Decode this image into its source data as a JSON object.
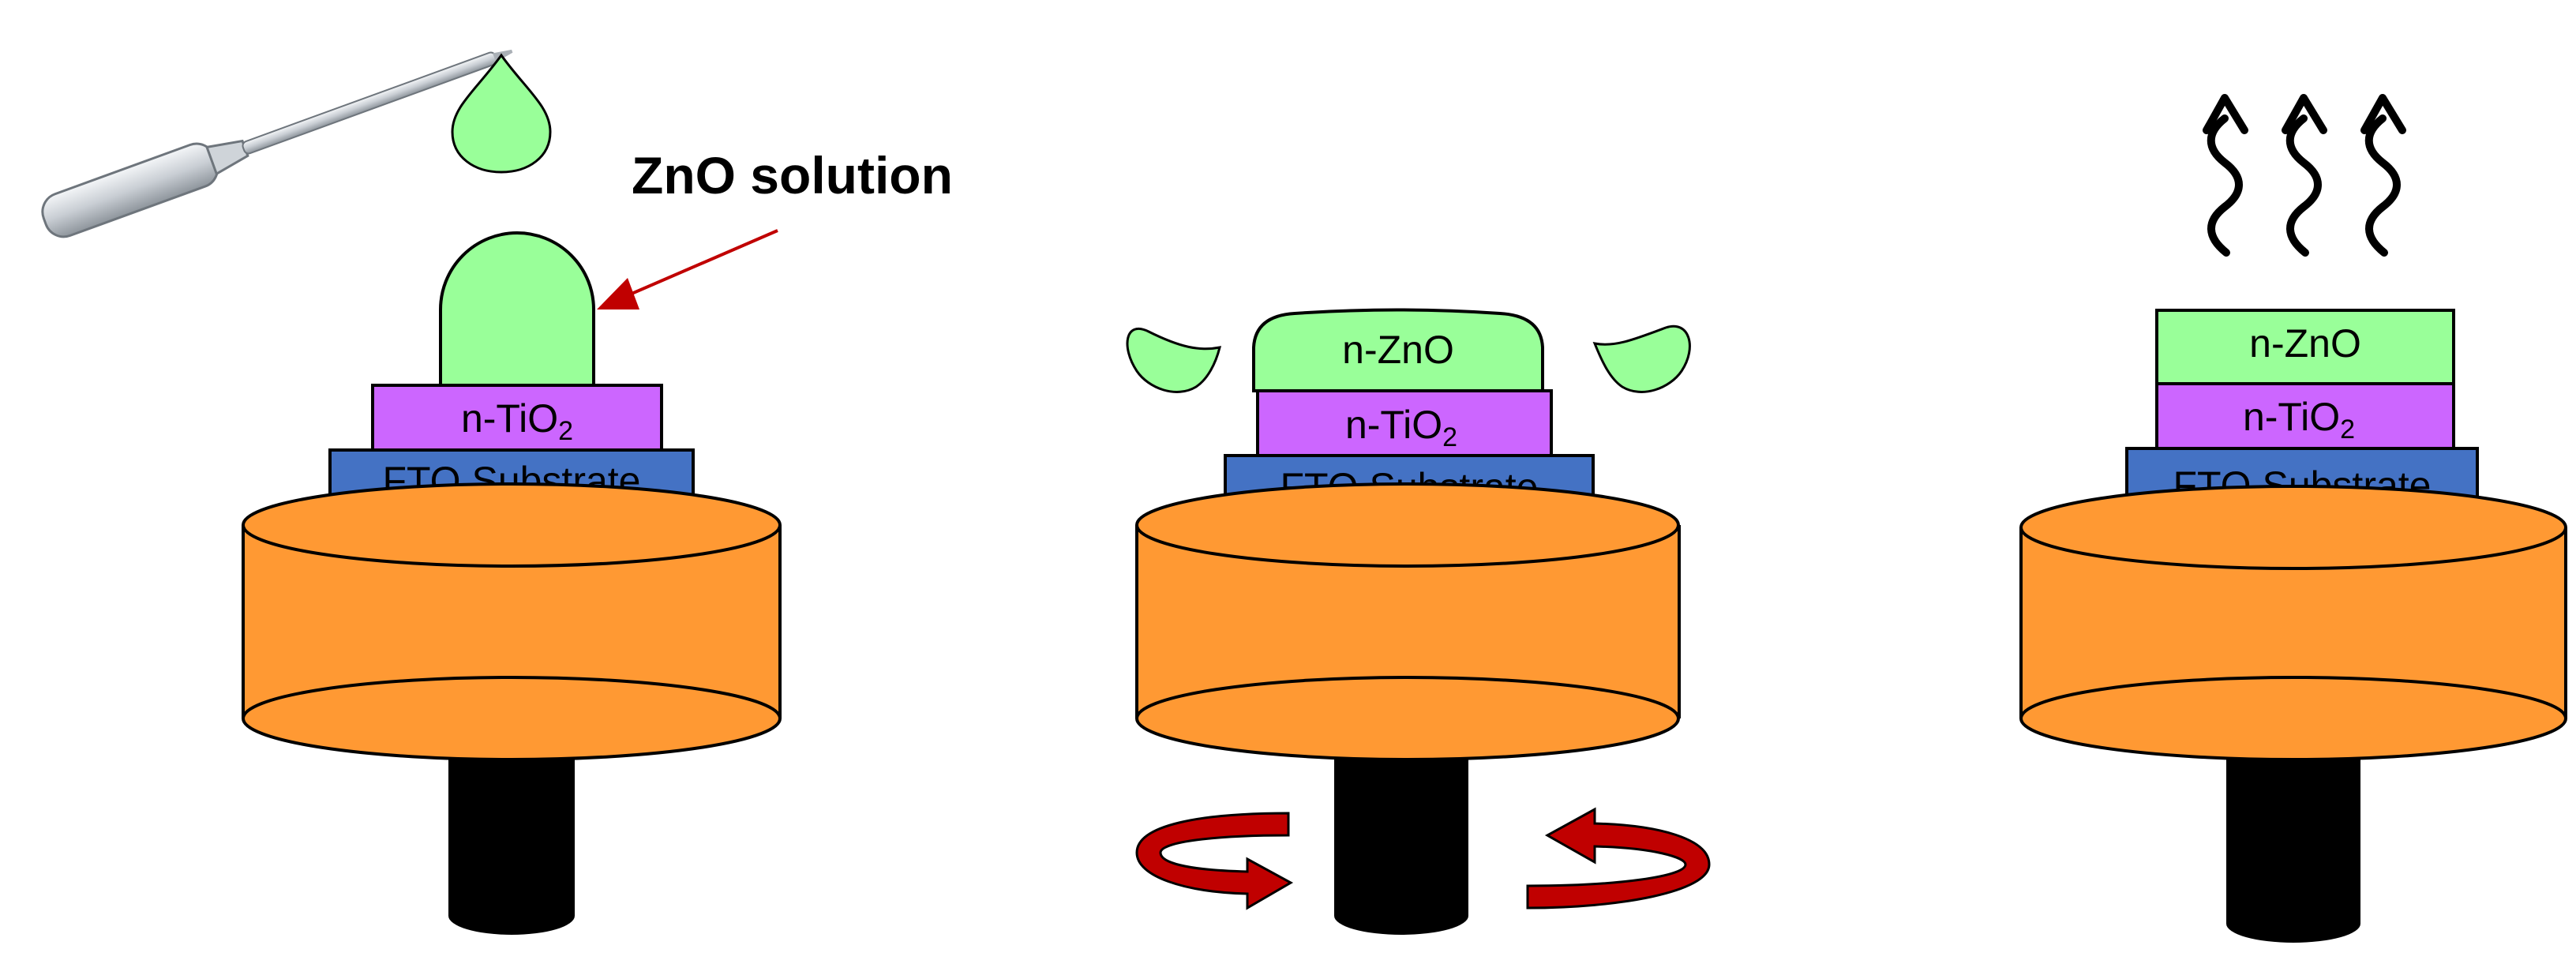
{
  "callout": {
    "text": "ZnO solution"
  },
  "layers": {
    "fto": "FTO Substrate",
    "tio2_prefix": "n-TiO",
    "tio2_sub": "2",
    "zno": "n-ZnO"
  },
  "colors": {
    "chuck": "#FF9933",
    "shaft": "#000000",
    "fto": "#4472C4",
    "tio2": "#CC66FF",
    "zno": "#99FF99",
    "arrow": "#C00000",
    "stroke": "#000000"
  },
  "icons": {
    "dropper": "pipette-icon",
    "drop": "droplet-icon",
    "rotation": "rotation-arrow-icon",
    "vapor": "evaporation-wavy-arrow-icon"
  }
}
